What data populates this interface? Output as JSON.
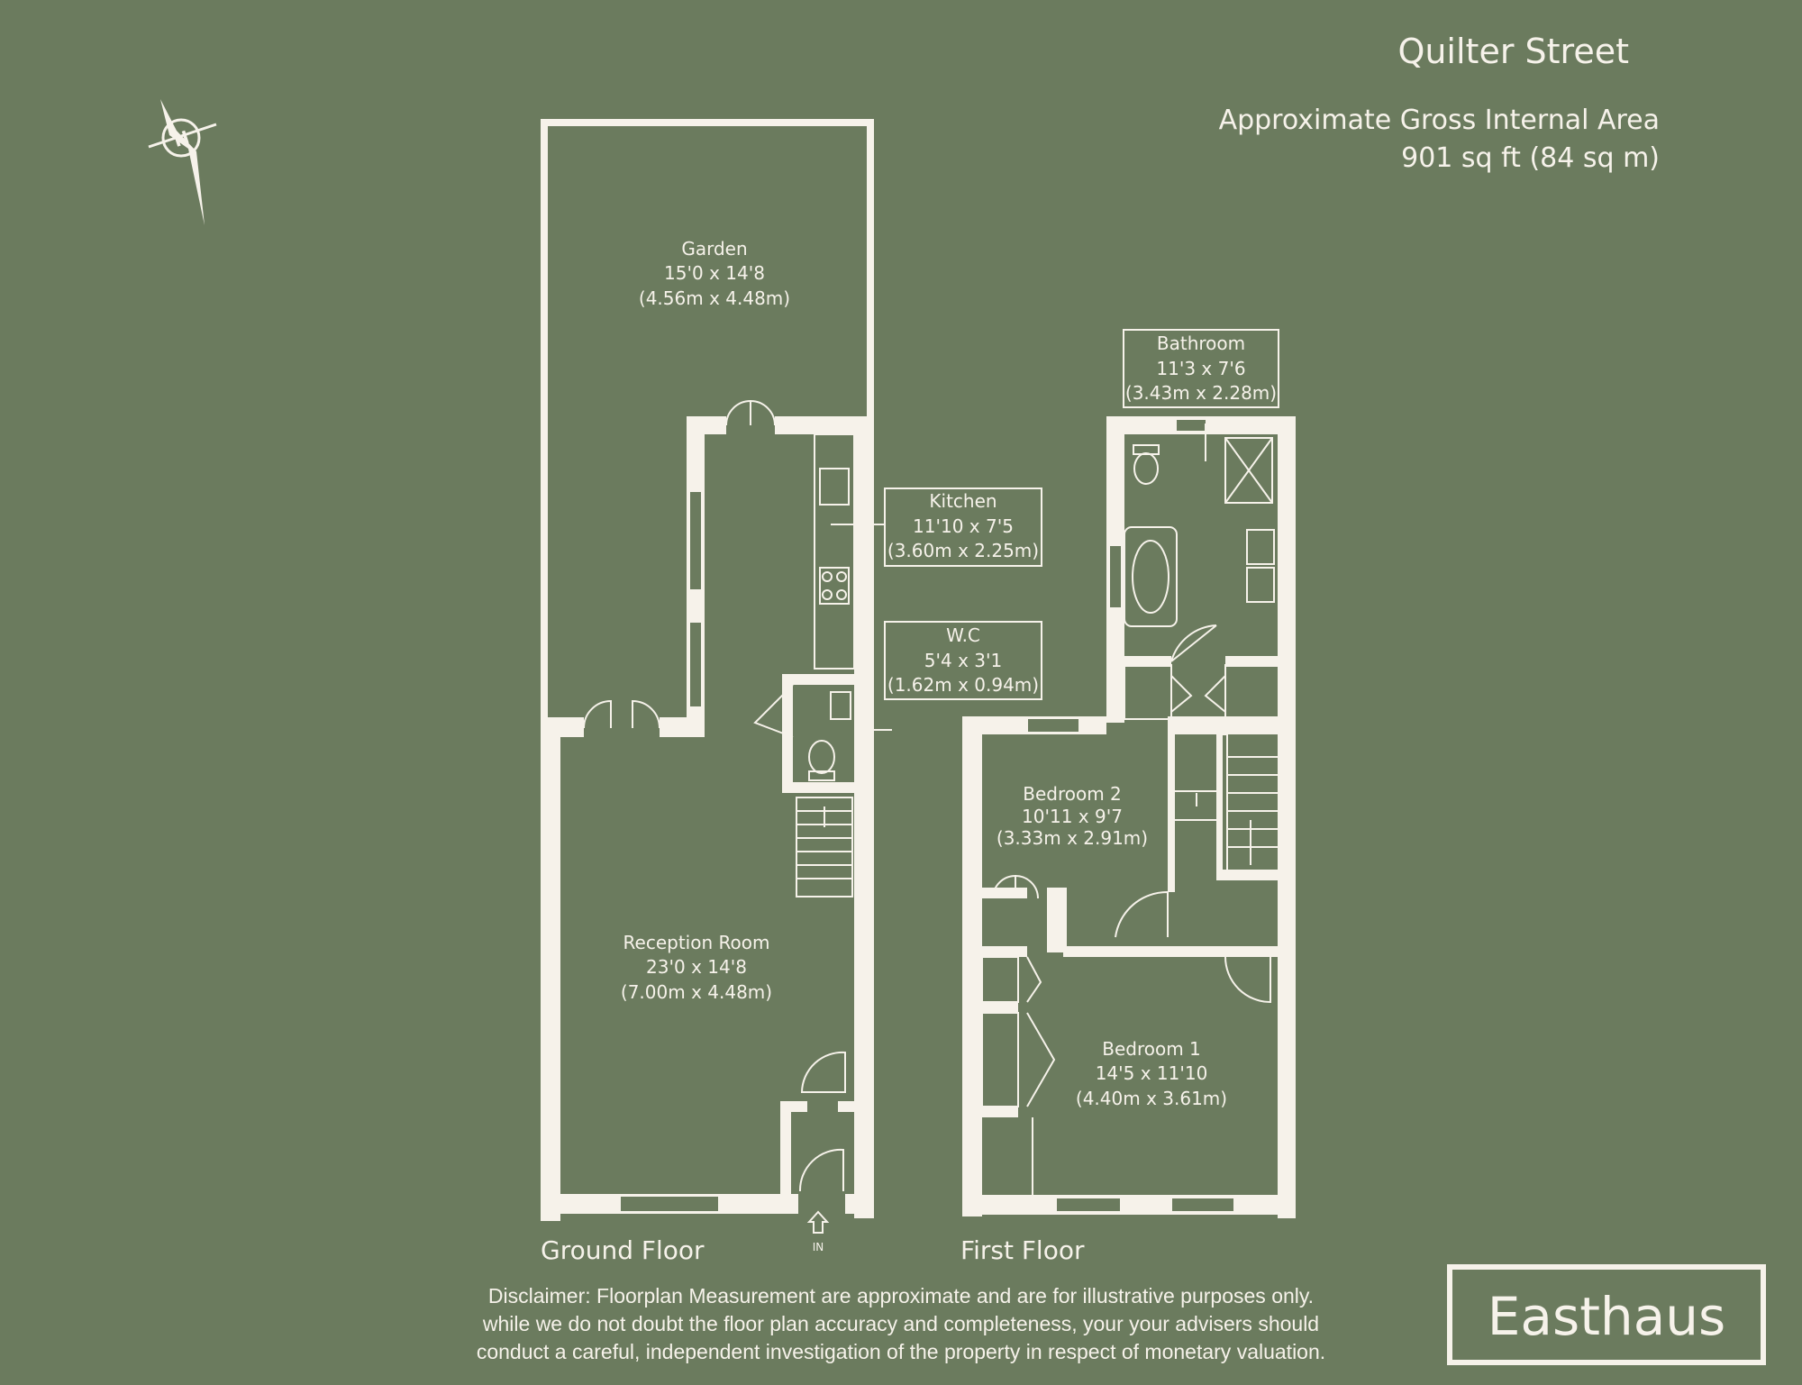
{
  "header": {
    "street": "Quilter Street",
    "area_title": "Approximate Gross Internal Area",
    "area_value": "901 sq ft (84 sq m)"
  },
  "compass": {
    "letter": "N",
    "icon": "compass-icon"
  },
  "ground_floor": {
    "label": "Ground Floor",
    "entry_label": "IN",
    "rooms": [
      {
        "name": "Garden",
        "imperial": "15'0 x 14'8",
        "metric": "(4.56m x 4.48m)"
      },
      {
        "name": "Kitchen",
        "imperial": "11'10 x 7'5",
        "metric": "(3.60m x 2.25m)"
      },
      {
        "name": "W.C",
        "imperial": "5'4 x 3'1",
        "metric": "(1.62m x 0.94m)"
      },
      {
        "name": "Reception Room",
        "imperial": "23'0 x 14'8",
        "metric": "(7.00m x 4.48m)"
      }
    ]
  },
  "first_floor": {
    "label": "First Floor",
    "rooms": [
      {
        "name": "Bathroom",
        "imperial": "11'3 x 7'6",
        "metric": "(3.43m x 2.28m)"
      },
      {
        "name": "Bedroom 2",
        "imperial": "10'11 x 9'7",
        "metric": "(3.33m x 2.91m)"
      },
      {
        "name": "Bedroom 1",
        "imperial": "14'5 x 11'10",
        "metric": "(4.40m x 3.61m)"
      }
    ]
  },
  "disclaimer": [
    "Disclaimer: Floorplan Measurement are approximate and are for illustrative purposes only.",
    "while we do not doubt the floor plan accuracy and completeness, your your advisers should",
    "conduct a careful, independent investigation of the property in respect of monetary valuation."
  ],
  "brand": {
    "name": "Easthaus"
  },
  "colors": {
    "background": "#6b7b5e",
    "lines": "#f6f2ea"
  }
}
